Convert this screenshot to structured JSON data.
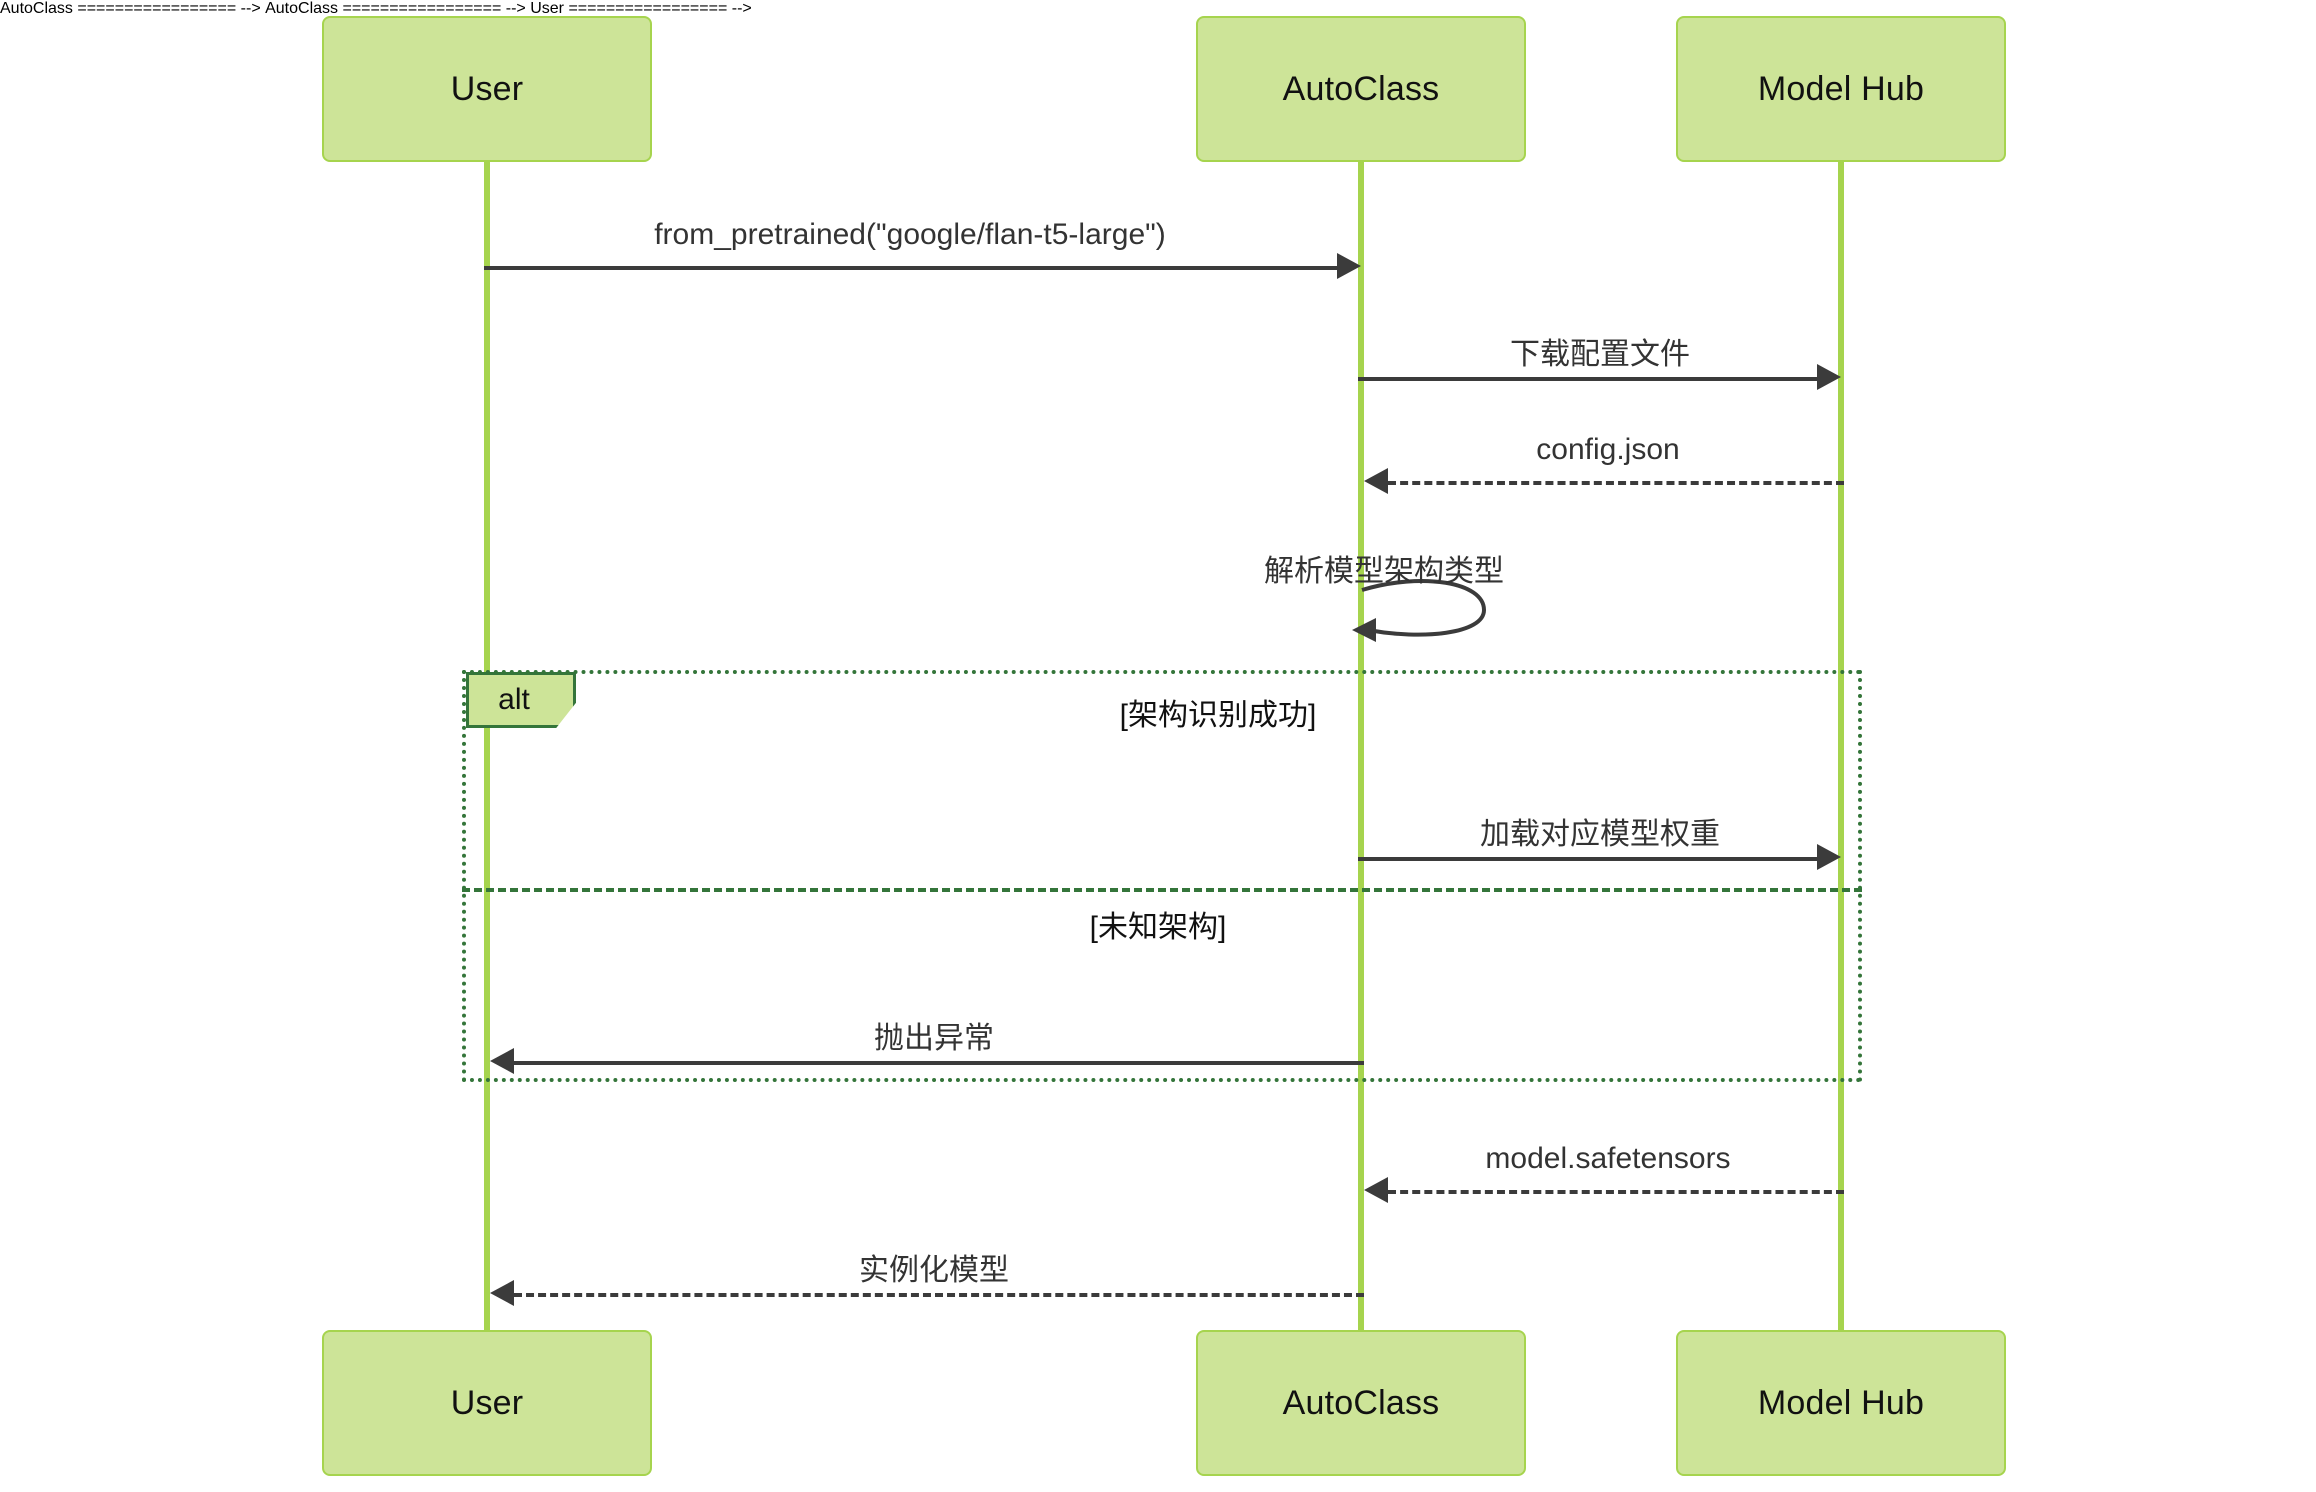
{
  "diagram": {
    "type": "sequence-diagram",
    "colors": {
      "actor_fill": "#cde498",
      "actor_border": "#a6d44e",
      "lifeline": "#a6d44e",
      "message": "#3b3b3b",
      "fragment_border": "#34753a",
      "background": "#ffffff"
    },
    "participants": [
      {
        "id": "user",
        "label": "User"
      },
      {
        "id": "autoclass",
        "label": "AutoClass"
      },
      {
        "id": "hub",
        "label": "Model Hub"
      }
    ],
    "participants_bottom": [
      {
        "id": "user",
        "label": "User"
      },
      {
        "id": "autoclass",
        "label": "AutoClass"
      },
      {
        "id": "hub",
        "label": "Model Hub"
      }
    ],
    "messages": [
      {
        "id": "m1",
        "from": "user",
        "to": "autoclass",
        "label": "from_pretrained(\"google/flan-t5-large\")",
        "style": "solid",
        "direction": "right"
      },
      {
        "id": "m2",
        "from": "autoclass",
        "to": "hub",
        "label": "下载配置文件",
        "style": "solid",
        "direction": "right"
      },
      {
        "id": "m3",
        "from": "hub",
        "to": "autoclass",
        "label": "config.json",
        "style": "dashed",
        "direction": "left"
      },
      {
        "id": "m4",
        "from": "autoclass",
        "to": "autoclass",
        "label": "解析模型架构类型",
        "style": "solid",
        "direction": "self"
      },
      {
        "id": "m5",
        "from": "autoclass",
        "to": "hub",
        "label": "加载对应模型权重",
        "style": "solid",
        "direction": "right"
      },
      {
        "id": "m6",
        "from": "autoclass",
        "to": "user",
        "label": "抛出异常",
        "style": "solid",
        "direction": "left"
      },
      {
        "id": "m7",
        "from": "hub",
        "to": "autoclass",
        "label": "model.safetensors",
        "style": "dashed",
        "direction": "left"
      },
      {
        "id": "m8",
        "from": "autoclass",
        "to": "user",
        "label": "实例化模型",
        "style": "dashed",
        "direction": "left"
      }
    ],
    "fragment": {
      "kind": "alt",
      "tag_label": "alt",
      "branches": [
        {
          "condition": "[架构识别成功]"
        },
        {
          "condition": "[未知架构]"
        }
      ]
    }
  }
}
